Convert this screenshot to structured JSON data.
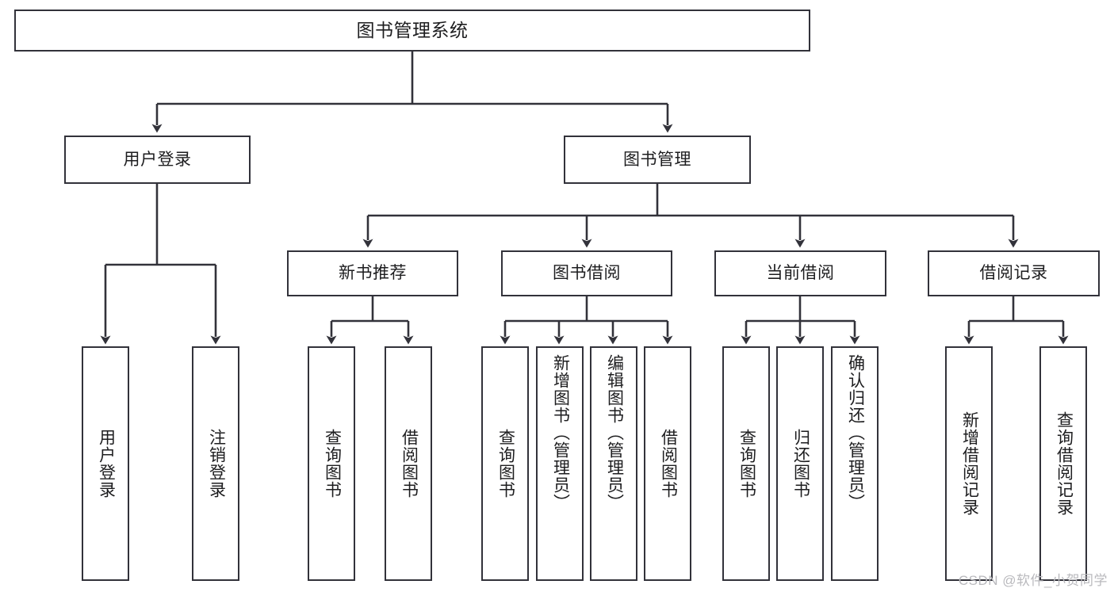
{
  "diagram": {
    "type": "tree-hierarchy",
    "title": "图书管理系统",
    "watermark": "CSDN @软件_小贺同学",
    "colors": {
      "stroke": "#32323a",
      "background": "#ffffff",
      "text": "#1d1d1f",
      "watermark": "#b9b9bd"
    },
    "nodes": {
      "root": {
        "label": "图书管理系统"
      },
      "level2": [
        {
          "label": "用户登录"
        },
        {
          "label": "图书管理"
        }
      ],
      "level3": [
        {
          "label": "新书推荐"
        },
        {
          "label": "图书借阅"
        },
        {
          "label": "当前借阅"
        },
        {
          "label": "借阅记录"
        }
      ],
      "leaves": {
        "user_login": [
          {
            "label": "用户登录"
          },
          {
            "label": "注销登录"
          }
        ],
        "new_book": [
          {
            "label": "查询图书"
          },
          {
            "label": "借阅图书"
          }
        ],
        "book_borrow": [
          {
            "label": "查询图书"
          },
          {
            "label": "新增图书（管理员）"
          },
          {
            "label": "编辑图书（管理员）"
          },
          {
            "label": "借阅图书"
          }
        ],
        "current_borrow": [
          {
            "label": "查询图书"
          },
          {
            "label": "归还图书"
          },
          {
            "label": "确认归还（管理员）"
          }
        ],
        "borrow_record": [
          {
            "label": "新增借阅记录"
          },
          {
            "label": "查询借阅记录"
          }
        ]
      }
    }
  }
}
